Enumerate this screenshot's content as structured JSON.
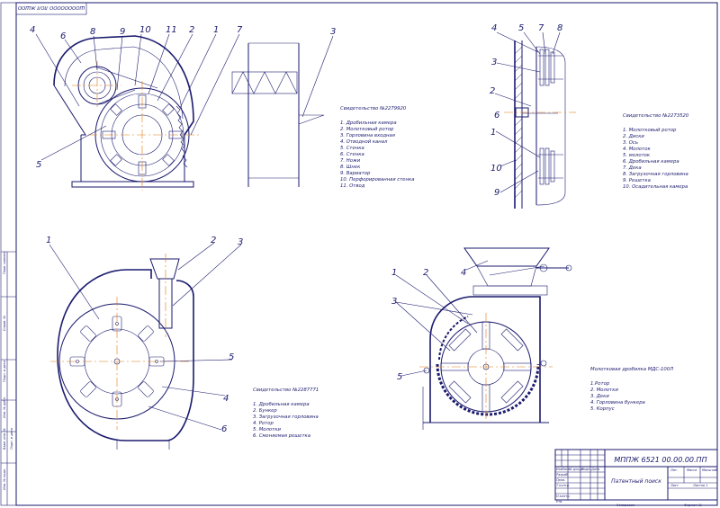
{
  "sheet": {
    "top_stamp": "ШОООООООО ЛОЛ ЖШОО"
  },
  "colors": {
    "ink": "#1a1a6e",
    "axis": "#e07a10",
    "background": "#ffffff"
  },
  "view1": {
    "callouts": [
      "4",
      "6",
      "8",
      "9",
      "10",
      "11",
      "2",
      "1",
      "7",
      "3",
      "5"
    ],
    "caption_title": "Свидетельство №2279920",
    "legend": [
      "1. Дробильная камера",
      "2. Молотковый ротор",
      "3. Горловина входная",
      "4. Отводной канал",
      "5. Стенка",
      "6. Стенка",
      "7. Ножи",
      "8. Шнек",
      "9. Вариатор",
      "10. Перфорированная стенка",
      "11. Отвод"
    ]
  },
  "view2": {
    "callouts": [
      "4",
      "5",
      "7",
      "8",
      "3",
      "2",
      "6",
      "1",
      "10",
      "9"
    ],
    "caption_title": "Свидетельство №2273520",
    "legend": [
      "1. Молотковый ротор",
      "2. Диски",
      "3. Ось",
      "4. Молоток",
      "5. молоток",
      "6. Дробильная камера",
      "7. Дека",
      "8. Загрузочная горловина",
      "9. Решетка",
      "10. Осадительная камера"
    ]
  },
  "view3": {
    "callouts": [
      "1",
      "2",
      "3",
      "5",
      "4",
      "6"
    ],
    "caption_title": "Свидетельство №2287771",
    "legend": [
      "1. Дробильная камера",
      "2. Бункер",
      "3. Загрузочная горловина",
      "4. Ротор",
      "5. Молотки",
      "6. Сменяемая решетка"
    ]
  },
  "view4": {
    "callouts": [
      "1",
      "2",
      "4",
      "3",
      "5"
    ],
    "caption_title": "Молотковая дробилка МДС-100Л",
    "legend": [
      "1.Ротор",
      "2. Молотки",
      "3. Деки",
      "4. Горловина бункера",
      "5. Корпус"
    ]
  },
  "side_stamps": [
    "Перв. примен.",
    "Справ. №",
    "Подп. и дата",
    "Инв. № дубл.",
    "Взам. инв. №",
    "Подп. и дата",
    "Инв. № подл."
  ],
  "title_block": {
    "designation": "МППЖ 6521 00.00.00.ПП",
    "name": "Патентный поиск",
    "head": [
      "Изм",
      "Лист",
      "№ докум.",
      "Подп.",
      "Дата"
    ],
    "roles": [
      "Разраб.",
      "Пров.",
      "Т.контр.",
      "Н.контр.",
      "Утв."
    ],
    "cols": [
      "Лит.",
      "Масса",
      "Масштаб"
    ],
    "sheet": "Лист",
    "sheets": "Листов 1",
    "bottom_left": "Копировал",
    "bottom_right": "Формат А1"
  }
}
